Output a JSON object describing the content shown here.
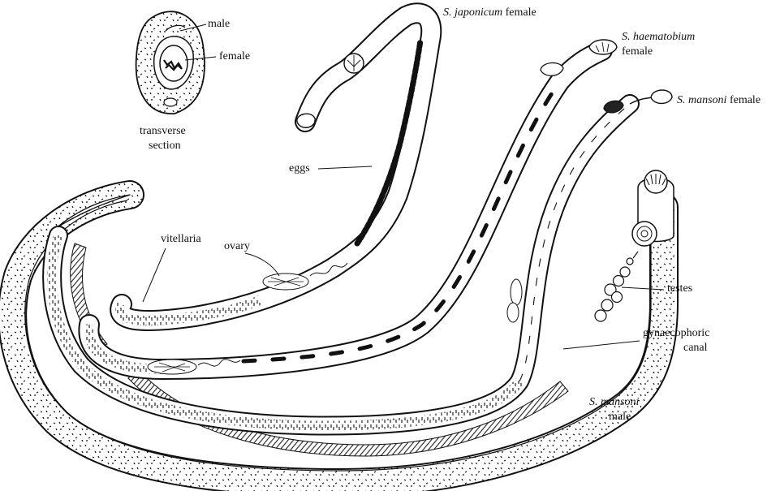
{
  "labels": {
    "male": "male",
    "female": "female",
    "transverse": "transverse",
    "section": "section",
    "japonicum_species": "S. japonicum",
    "japonicum_sex": "female",
    "haematobium_species": "S. haematobium",
    "haematobium_sex": "female",
    "mansoni_f_species": "S. mansoni",
    "mansoni_f_sex": "female",
    "eggs": "eggs",
    "vitellaria": "vitellaria",
    "ovary": "ovary",
    "testes": "testes",
    "gynaecophoric": "gynaecophoric",
    "canal": "canal",
    "mansoni_m_species": "S. mansoni",
    "mansoni_m_sex": "male"
  },
  "colors": {
    "ink": "#111111",
    "paper": "#ffffff",
    "shade": "#777777"
  }
}
